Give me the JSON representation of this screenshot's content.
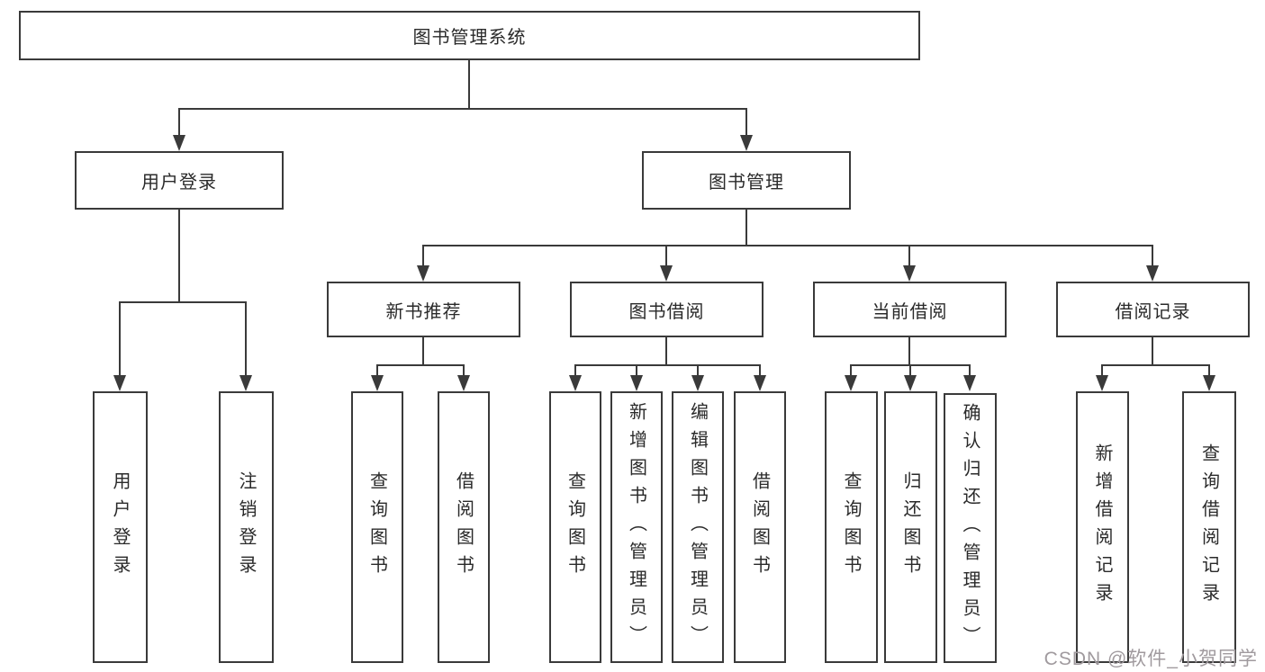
{
  "tree": {
    "label": "图书管理系统",
    "children": [
      {
        "label": "用户登录",
        "children": [
          {
            "label": "用户登录"
          },
          {
            "label": "注销登录"
          }
        ]
      },
      {
        "label": "图书管理",
        "children": [
          {
            "label": "新书推荐",
            "children": [
              {
                "label": "查询图书"
              },
              {
                "label": "借阅图书"
              }
            ]
          },
          {
            "label": "图书借阅",
            "children": [
              {
                "label": "查询图书"
              },
              {
                "label": "新增图书（管理员）"
              },
              {
                "label": "编辑图书（管理员）"
              },
              {
                "label": "借阅图书"
              }
            ]
          },
          {
            "label": "当前借阅",
            "children": [
              {
                "label": "查询图书"
              },
              {
                "label": "归还图书"
              },
              {
                "label": "确认归还（管理员）"
              }
            ]
          },
          {
            "label": "借阅记录",
            "children": [
              {
                "label": "新增借阅记录"
              },
              {
                "label": "查询借阅记录"
              }
            ]
          }
        ]
      }
    ]
  },
  "watermark": {
    "text": "CSDN @软件_小贺同学"
  },
  "colors": {
    "line": "#3a3a3a",
    "text": "#2a2a2a",
    "watermark": "#a09a9e",
    "background": "#ffffff"
  }
}
